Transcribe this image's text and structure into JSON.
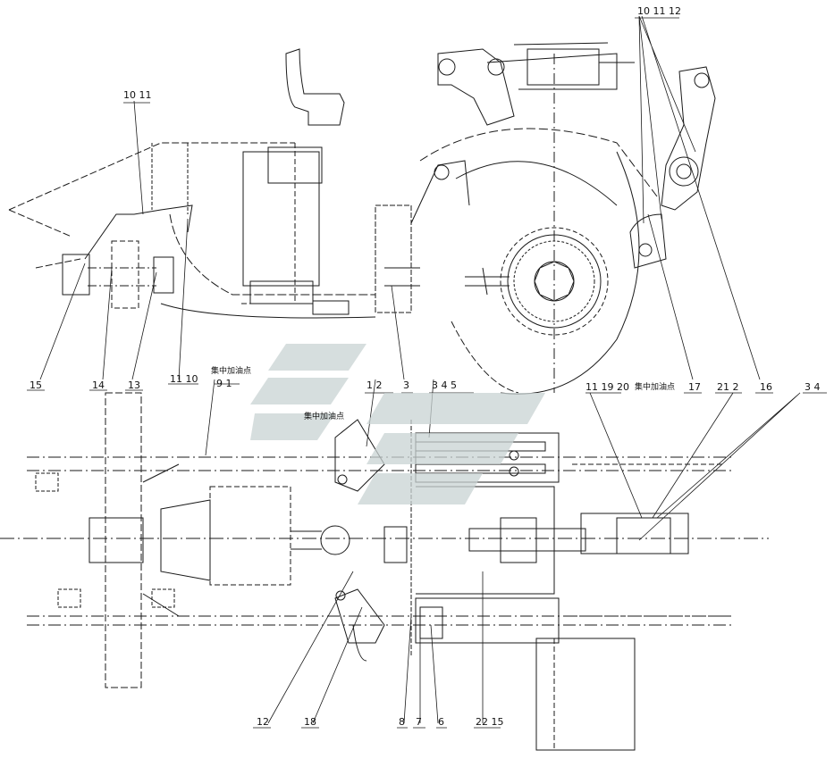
{
  "callouts": {
    "c_10_11_12": "10 11 12",
    "c_10_11": "10 11",
    "c_15a": "15",
    "c_14": "14",
    "c_13": "13",
    "c_11_10": "11 10",
    "c_9_1": "9 1",
    "c_1_2": "1 2",
    "c_3a": "3",
    "c_3_4_5": "3 4 5",
    "c_11_19_20": "11 19 20",
    "c_17": "17",
    "c_21_2": "21 2",
    "c_3_4": "3 4",
    "c_16": "16",
    "c_12": "12",
    "c_18": "18",
    "c_8": "8",
    "c_7": "7",
    "c_6": "6",
    "c_22_15": "22 15"
  },
  "annotations": {
    "lube_point_1": "集中加油点",
    "lube_point_2": "集中加油点",
    "lube_point_3": "集中加油点"
  },
  "colors": {
    "line": "#1a1a1a",
    "watermark": "#c9d3d3"
  }
}
